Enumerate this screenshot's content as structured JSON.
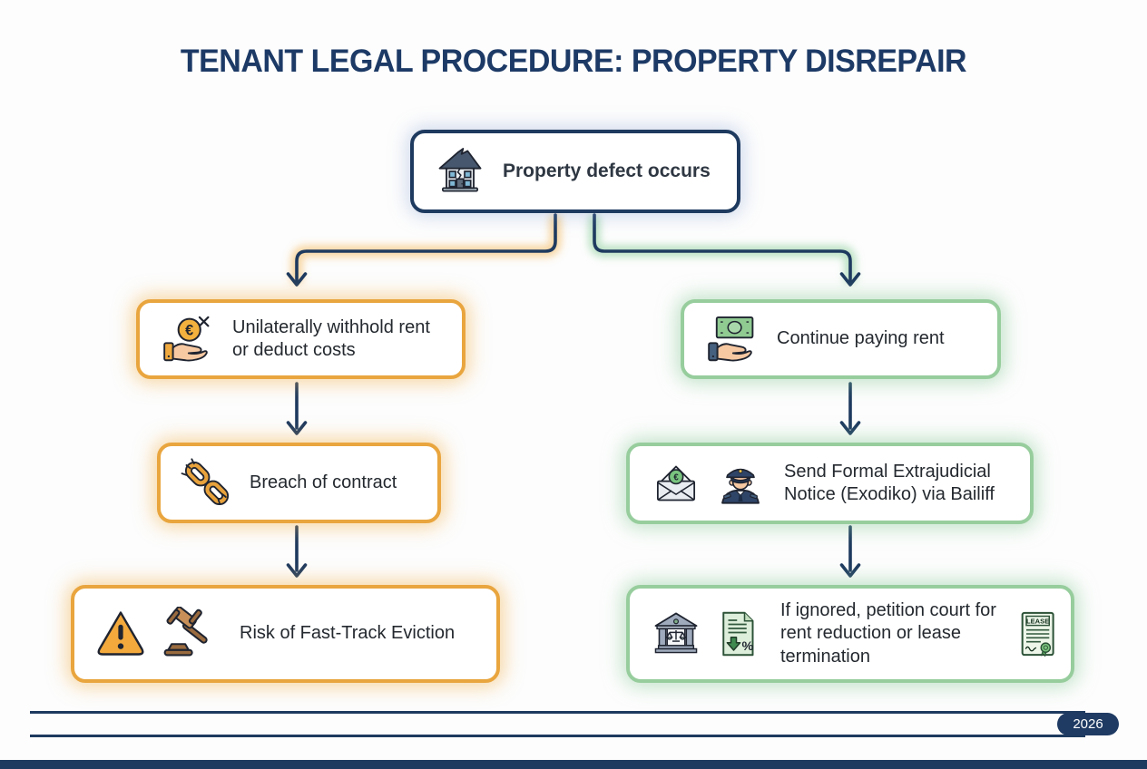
{
  "title": "TENANT LEGAL PROCEDURE: PROPERTY DISREPAIR",
  "root": {
    "label": "Property defect occurs",
    "icons": [
      "damaged-house-icon"
    ]
  },
  "left_branch": {
    "theme_color": "#e9a53e",
    "steps": [
      {
        "label": "Unilaterally withhold rent or deduct costs",
        "icons": [
          "euro-coin-hand-icon"
        ]
      },
      {
        "label": "Breach of contract",
        "icons": [
          "broken-chain-icon"
        ]
      },
      {
        "label": "Risk of Fast-Track Eviction",
        "icons": [
          "warning-triangle-icon",
          "gavel-icon"
        ]
      }
    ]
  },
  "right_branch": {
    "theme_color": "#97cd9d",
    "steps": [
      {
        "label": "Continue paying rent",
        "icons": [
          "money-hand-icon"
        ]
      },
      {
        "label": "Send Formal Extrajudicial Notice (Exodiko) via Bailiff",
        "icons": [
          "envelope-euro-icon",
          "bailiff-icon"
        ]
      },
      {
        "label": "If ignored, petition court for rent reduction or lease termination",
        "icons": [
          "courthouse-icon",
          "rent-reduction-document-icon",
          "lease-document-icon"
        ]
      }
    ]
  },
  "glyphs": {
    "euro": "€",
    "percent": "%",
    "lease": "LEASE"
  },
  "footer": {
    "year": "2026"
  },
  "colors": {
    "navy": "#1e3a5f",
    "title_navy": "#1d3a66",
    "orange": "#e9a53e",
    "green": "#97cd9d",
    "background": "#fdfdfd"
  }
}
